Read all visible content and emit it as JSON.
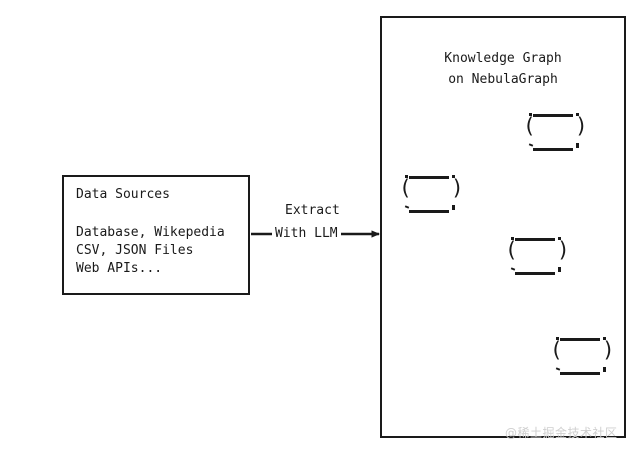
{
  "diagram": {
    "background": "#ffffff",
    "stroke_color": "#1a1a1a",
    "source_box": {
      "title": "Data Sources",
      "lines": "Database, Wikepedia\nCSV, JSON Files\nWeb APIs..."
    },
    "edge": {
      "label_line1": "Extract",
      "label_line2": "With LLM"
    },
    "kg_panel": {
      "title": "Knowledge Graph\non NebulaGraph",
      "nodes": [
        {
          "id": "node-top-right",
          "label": ""
        },
        {
          "id": "node-left",
          "label": ""
        },
        {
          "id": "node-middle",
          "label": ""
        },
        {
          "id": "node-bottom-right",
          "label": ""
        }
      ]
    },
    "watermark": "@稀土掘金技术社区"
  }
}
